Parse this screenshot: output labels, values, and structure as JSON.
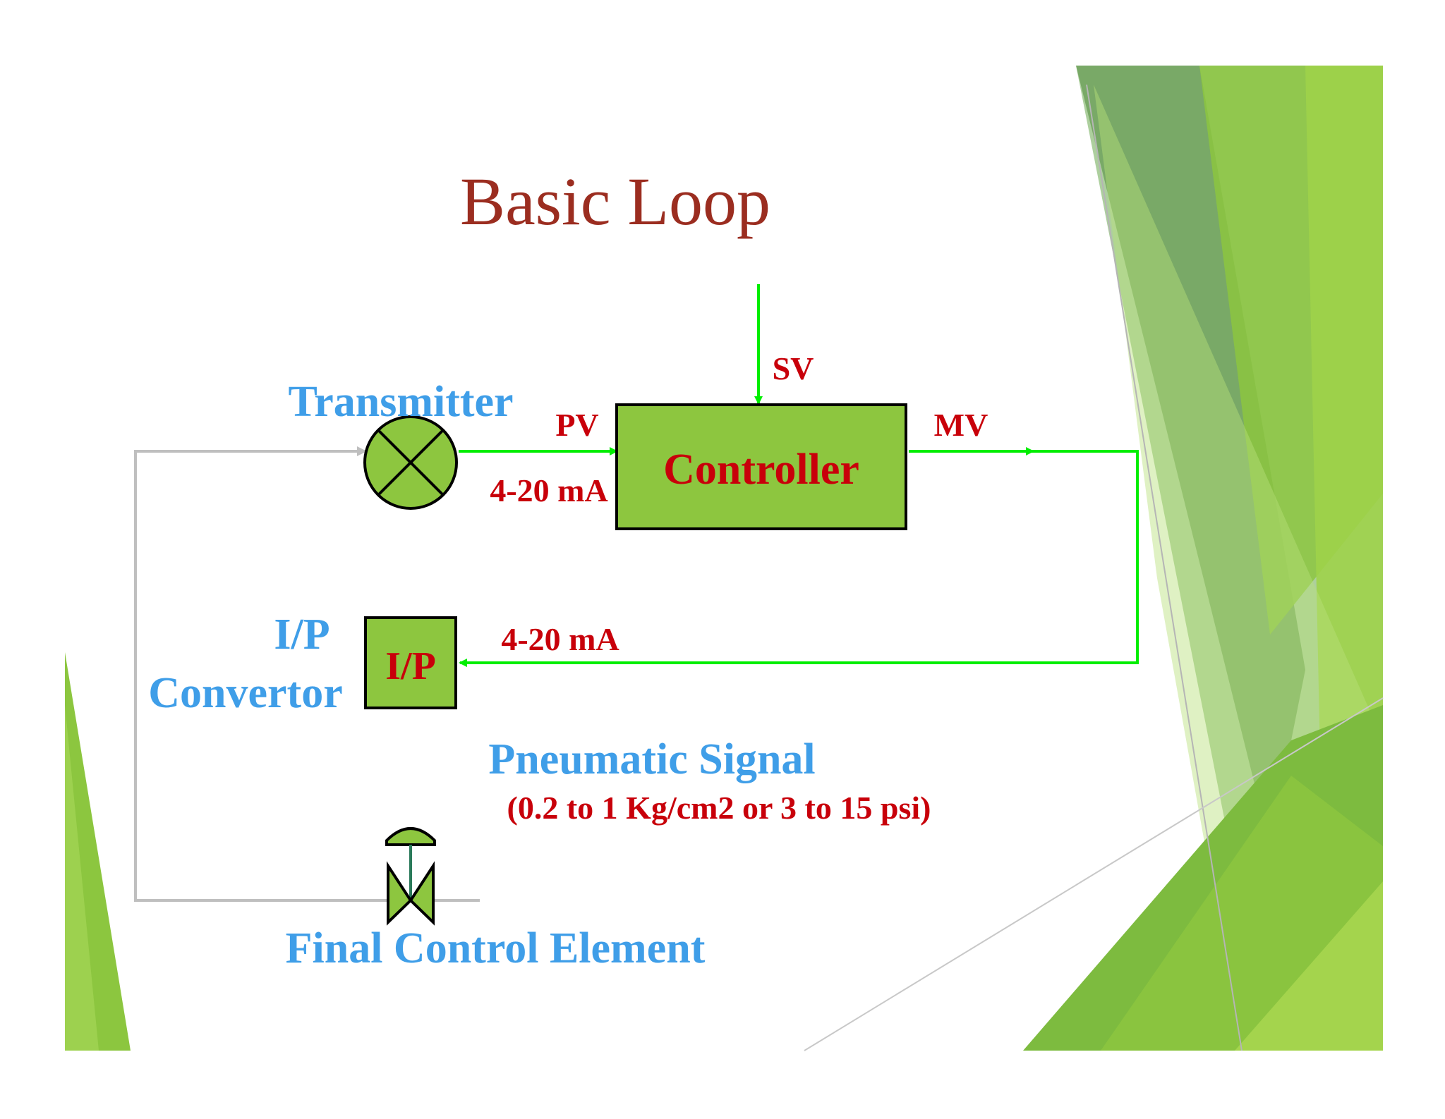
{
  "slide": {
    "title": "Basic Loop"
  },
  "labels": {
    "transmitter": "Transmitter",
    "pv": "PV",
    "current_in": "4-20 mA",
    "sv": "SV",
    "controller": "Controller",
    "mv": "MV",
    "ip_heading_line1": "I/P",
    "ip_heading_line2": "Convertor",
    "ip_box": "I/P",
    "current_out": "4-20 mA",
    "pneumatic_signal": "Pneumatic Signal",
    "pneumatic_range": "(0.2 to 1 Kg/cm2 or 3 to 15 psi)",
    "final_control_element": "Final Control Element"
  },
  "colors": {
    "title": "#9b2d20",
    "blue_labels": "#3f9ee8",
    "red_labels": "#c8000a",
    "signal_line": "#00ee00",
    "process_line": "#bfbfbf",
    "block_fill": "#8dc63f",
    "block_stroke": "#000000",
    "theme_green": "#8cc63f",
    "theme_dark_green": "#5f9e3c"
  },
  "icons": {
    "transmitter": "circle-cross-icon",
    "valve": "control-valve-icon"
  }
}
